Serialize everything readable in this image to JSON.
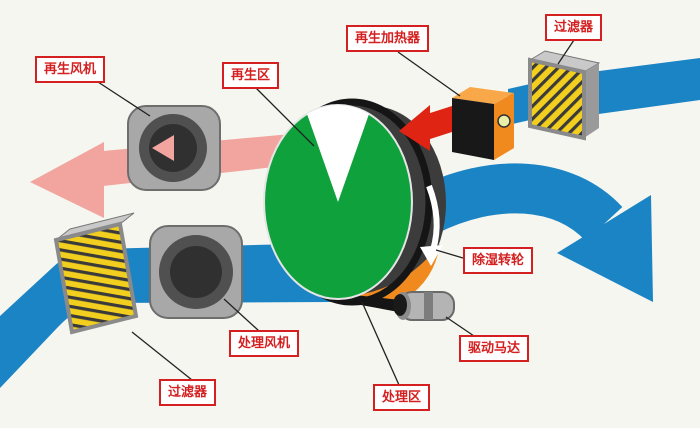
{
  "labels": {
    "regen_fan": "再生风机",
    "regen_zone": "再生区",
    "regen_heater": "再生加热器",
    "filter_top": "过滤器",
    "dehumid_wheel": "除湿转轮",
    "drive_motor": "驱动马达",
    "process_zone": "处理区",
    "process_fan": "处理风机",
    "filter_bottom": "过滤器"
  },
  "colors": {
    "process_air_blue": "#1b84c4",
    "regen_exhaust_pink": "#f2a49e",
    "hot_air_red": "#e02414",
    "wheel_green": "#0fa23c",
    "wheel_sector_white": "#ffffff",
    "heater_orange": "#f08a1e",
    "filter_yellow": "#f2cf1e",
    "label_red": "#d42020",
    "metal_gray": "#a8a8a8"
  },
  "icons": {
    "rotation_direction": "curved-down-arrow"
  }
}
